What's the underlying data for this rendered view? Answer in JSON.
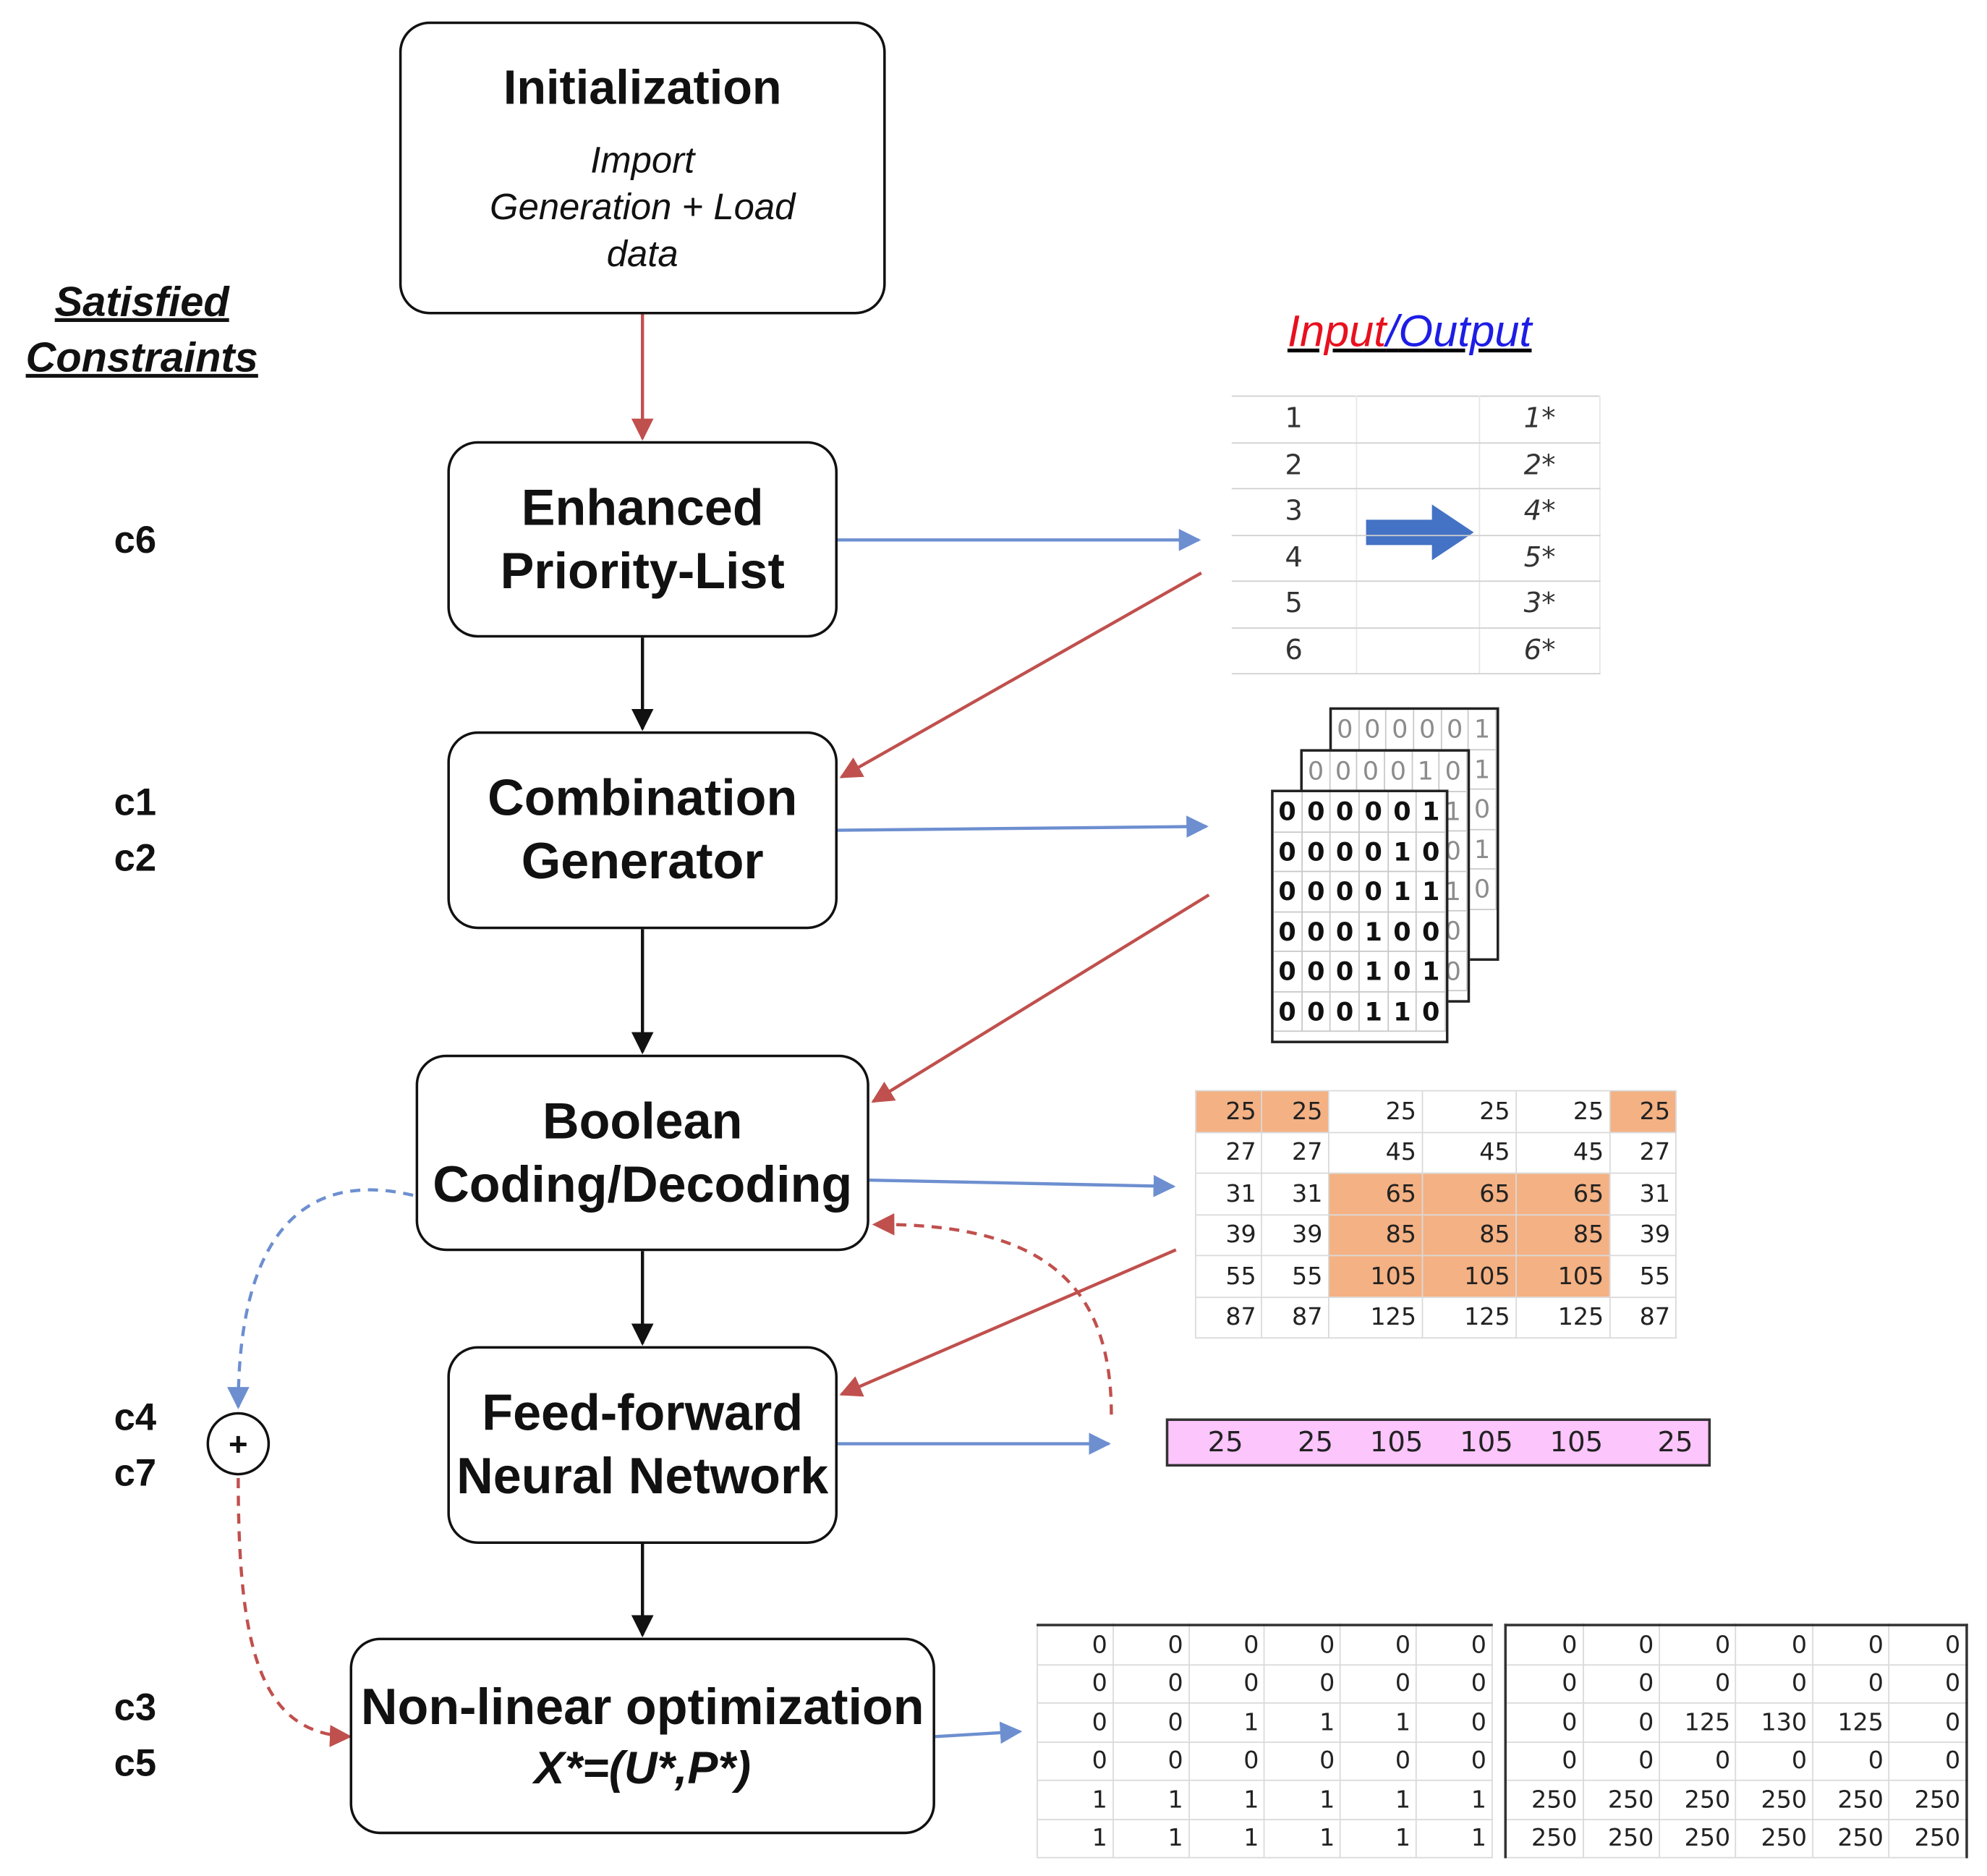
{
  "boxes": {
    "initialization": {
      "title": "Initialization",
      "subtitle_lines": [
        "Import",
        "Generation + Load",
        "data"
      ]
    },
    "priority_list": {
      "lines": [
        "Enhanced",
        "Priority-List"
      ]
    },
    "combination": {
      "lines": [
        "Combination",
        "Generator"
      ]
    },
    "boolean": {
      "lines": [
        "Boolean",
        "Coding/Decoding"
      ]
    },
    "ffnn": {
      "lines": [
        "Feed-forward",
        "Neural Network"
      ]
    },
    "nlo": {
      "title": "Non-linear optimization",
      "equation": "X*=(U*,P*)"
    }
  },
  "constraints": {
    "heading_lines": [
      "Satisfied",
      "Constraints"
    ],
    "priority_list": [
      "c6"
    ],
    "combination": [
      "c1",
      "c2"
    ],
    "ffnn": [
      "c4",
      "c7"
    ],
    "nlo": [
      "c3",
      "c5"
    ]
  },
  "io_label": {
    "input": "Input",
    "sep": "/",
    "output": "Output"
  },
  "summing_junction": "+",
  "priority_table": {
    "input": [
      "1",
      "2",
      "3",
      "4",
      "5",
      "6"
    ],
    "output": [
      "1*",
      "2*",
      "4*",
      "5*",
      "3*",
      "6*"
    ]
  },
  "binary_stack": {
    "layer_back": [
      [
        "0",
        "0",
        "0",
        "0",
        "0",
        "1"
      ]
    ],
    "layer_middle": [
      [
        "0",
        "0",
        "0",
        "0",
        "1",
        "0"
      ],
      [
        "1"
      ],
      [
        "0"
      ],
      [
        "1"
      ],
      [
        "0"
      ],
      [
        "0"
      ]
    ],
    "layer_front": [
      [
        "0",
        "0",
        "0",
        "0",
        "0",
        "1"
      ],
      [
        "0",
        "0",
        "0",
        "0",
        "1",
        "0"
      ],
      [
        "0",
        "0",
        "0",
        "0",
        "1",
        "1"
      ],
      [
        "0",
        "0",
        "0",
        "1",
        "0",
        "0"
      ],
      [
        "0",
        "0",
        "0",
        "1",
        "0",
        "1"
      ],
      [
        "0",
        "0",
        "0",
        "1",
        "1",
        "0"
      ]
    ],
    "layer_back_column": [
      "1",
      "0",
      "1",
      "0"
    ]
  },
  "power_grid": {
    "rows": [
      [
        "25",
        "25",
        "25",
        "25",
        "25",
        "25"
      ],
      [
        "27",
        "27",
        "45",
        "45",
        "45",
        "27"
      ],
      [
        "31",
        "31",
        "65",
        "65",
        "65",
        "31"
      ],
      [
        "39",
        "39",
        "85",
        "85",
        "85",
        "39"
      ],
      [
        "55",
        "55",
        "105",
        "105",
        "105",
        "55"
      ],
      [
        "87",
        "87",
        "125",
        "125",
        "125",
        "87"
      ]
    ],
    "highlight": [
      [
        0,
        0
      ],
      [
        0,
        1
      ],
      [
        0,
        5
      ],
      [
        2,
        2
      ],
      [
        2,
        3
      ],
      [
        2,
        4
      ],
      [
        3,
        2
      ],
      [
        3,
        3
      ],
      [
        3,
        4
      ],
      [
        4,
        2
      ],
      [
        4,
        3
      ],
      [
        4,
        4
      ]
    ],
    "highlight_color": "#f4b183"
  },
  "nn_output": {
    "values": [
      "25",
      "25",
      "105",
      "105",
      "105",
      "25"
    ],
    "color": "#fcc5fc"
  },
  "u_matrix": [
    [
      "0",
      "0",
      "0",
      "0",
      "0",
      "0"
    ],
    [
      "0",
      "0",
      "0",
      "0",
      "0",
      "0"
    ],
    [
      "0",
      "0",
      "1",
      "1",
      "1",
      "0"
    ],
    [
      "0",
      "0",
      "0",
      "0",
      "0",
      "0"
    ],
    [
      "1",
      "1",
      "1",
      "1",
      "1",
      "1"
    ],
    [
      "1",
      "1",
      "1",
      "1",
      "1",
      "1"
    ]
  ],
  "p_matrix": [
    [
      "0",
      "0",
      "0",
      "0",
      "0",
      "0"
    ],
    [
      "0",
      "0",
      "0",
      "0",
      "0",
      "0"
    ],
    [
      "0",
      "0",
      "125",
      "130",
      "125",
      "0"
    ],
    [
      "0",
      "0",
      "0",
      "0",
      "0",
      "0"
    ],
    [
      "250",
      "250",
      "250",
      "250",
      "250",
      "250"
    ],
    [
      "250",
      "250",
      "250",
      "250",
      "250",
      "250"
    ]
  ],
  "colors": {
    "red_arrow": "#c0504d",
    "blue_arrow": "#6d8fd0",
    "big_arrow": "#4472c4",
    "black_arrow": "#111111"
  }
}
